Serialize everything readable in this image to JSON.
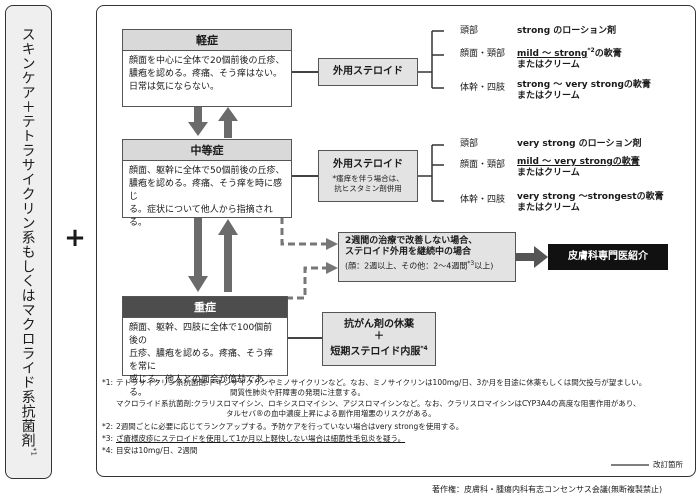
{
  "left_label": {
    "text": "スキンケア＋テトラサイクリン系もしくはマクロライド系抗菌剤",
    "note": "*1"
  },
  "plus": "+",
  "mild": {
    "title": "軽症",
    "desc": [
      "顔面を中心に全体で20個前後の丘疹、",
      "膿疱を認める。疼痛、そう痒はない。",
      "日常は気にならない。"
    ]
  },
  "moderate": {
    "title": "中等症",
    "desc": [
      "顔面、躯幹に全体で50個前後の丘疹、",
      "膿疱を認める。疼痛、そう痒を時に感じ",
      "る。症状について他人から指摘される。"
    ]
  },
  "severe": {
    "title": "重症",
    "desc": [
      "顔面、躯幹、四肢に全体で100個前後の",
      "丘疹、膿疱を認める。疼痛、そう痒を常に",
      "感じる。他人との面会が億劫である。"
    ]
  },
  "steroid_box_1": {
    "label": "外用ステロイド"
  },
  "steroid_box_2": {
    "label": "外用ステロイド",
    "note1": "*瘙痒を伴う場合は、",
    "note2": "抗ヒスタミン剤併用"
  },
  "mild_regimen": [
    {
      "site": "頭部",
      "line1": "strong のローション剤",
      "line2": ""
    },
    {
      "site": "顔面・頸部",
      "line1": "mild ～ strong",
      "sup": "*2",
      "line1_suffix": "の軟膏",
      "line2": "またはクリーム"
    },
    {
      "site": "体幹・四肢",
      "line1": "strong ～ very strongの軟膏",
      "line2": "またはクリーム"
    }
  ],
  "moderate_regimen": [
    {
      "site": "頭部",
      "line1": "very strong のローション剤",
      "line2": ""
    },
    {
      "site": "顔面・頸部",
      "line1": "mild ～ very strongの軟膏",
      "line2": "またはクリーム"
    },
    {
      "site": "体幹・四肢",
      "line1": "very strong ～strongestの軟膏",
      "line2": "またはクリーム"
    }
  ],
  "escalation": {
    "line1": "2週間の治療で改善しない場合、",
    "line2": "ステロイド外用を継続中の場合",
    "line3_pre": "(顔：2週以上、その他：2～4週間",
    "line3_sup": "*3",
    "line3_post": "以上)"
  },
  "referral": {
    "label": "皮膚科専門医紹介"
  },
  "severe_treatment": {
    "line1": "抗がん剤の休薬",
    "plus": "＋",
    "line2": "短期ステロイド内服",
    "sup": "*4"
  },
  "footnotes": [
    {
      "mark": "*1:",
      "text": "テトラサイクリン系抗菌剤:ドキシサイクリンやミノサイクリンなど。なお、ミノサイクリンは100mg/日、3か月を目途に休薬もしくは間欠投与が望ましい。"
    },
    {
      "mark": "",
      "text": "間質性肺炎や肝障害の発現に注意する。"
    },
    {
      "mark": "",
      "text": "マクロライド系抗菌剤:クラリスロマイシン、ロキシスロマイシン、アジスロマイシンなど。なお、クラリスロマイシンはCYP3A4の高度な阻害作用があり、"
    },
    {
      "mark": "",
      "text": "タルセバ®の血中濃度上昇による副作用増悪のリスクがある。"
    },
    {
      "mark": "*2:",
      "text": "2週間ごとに必要に応じてランクアップする。予防ケアを行っていない場合はvery strongを使用する。"
    },
    {
      "mark": "*3:",
      "text": "ざ瘡様皮疹にステロイドを使用して1か月以上軽快しない場合は細菌性毛包炎を疑う。"
    },
    {
      "mark": "*4:",
      "text": "目安は10mg/日、2週間"
    }
  ],
  "legend": {
    "label": "改訂箇所"
  },
  "credit": "著作権：皮膚科・腫瘍内科有志コンセンサス会議(無断複製禁止)"
}
